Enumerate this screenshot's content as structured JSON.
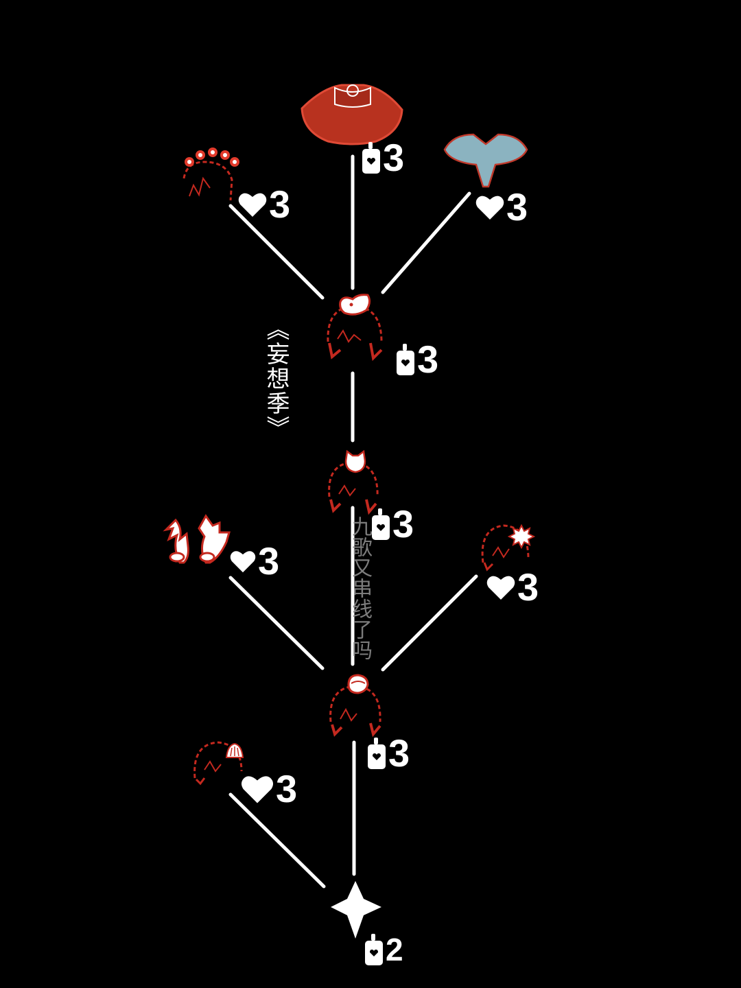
{
  "season_title": "《妄想季》",
  "watermark": "九歌又串线了吗",
  "nodes": [
    {
      "id": "cape-red",
      "icon": "red-cape-icon",
      "currency": "candle-icon",
      "cost": "3"
    },
    {
      "id": "hair-crown",
      "icon": "flower-crown-hair-icon",
      "currency": "heart-icon",
      "cost": "3"
    },
    {
      "id": "cape-blue",
      "icon": "blue-cape-icon",
      "currency": "heart-icon",
      "cost": "3"
    },
    {
      "id": "hair-whale",
      "icon": "whale-hat-hair-icon",
      "currency": "candle-icon",
      "cost": "3"
    },
    {
      "id": "hair-cat",
      "icon": "cat-hat-hair-icon",
      "currency": "candle-icon",
      "cost": "3"
    },
    {
      "id": "antlers",
      "icon": "antlers-icon",
      "currency": "heart-icon",
      "cost": "3"
    },
    {
      "id": "hair-star",
      "icon": "star-clip-hair-icon",
      "currency": "heart-icon",
      "cost": "3"
    },
    {
      "id": "hair-bun",
      "icon": "bun-hair-icon",
      "currency": "candle-icon",
      "cost": "3"
    },
    {
      "id": "hair-shell",
      "icon": "shell-clip-hair-icon",
      "currency": "heart-icon",
      "cost": "3"
    },
    {
      "id": "star-root",
      "icon": "spirit-star-icon",
      "currency": "candle-icon",
      "cost": "2"
    }
  ],
  "colors": {
    "background": "#000000",
    "line": "#ffffff",
    "accent_red": "#d8342a",
    "cape_red": "#b8321f",
    "cape_blue": "#8bb3c0",
    "watermark": "#8a8a8a"
  }
}
